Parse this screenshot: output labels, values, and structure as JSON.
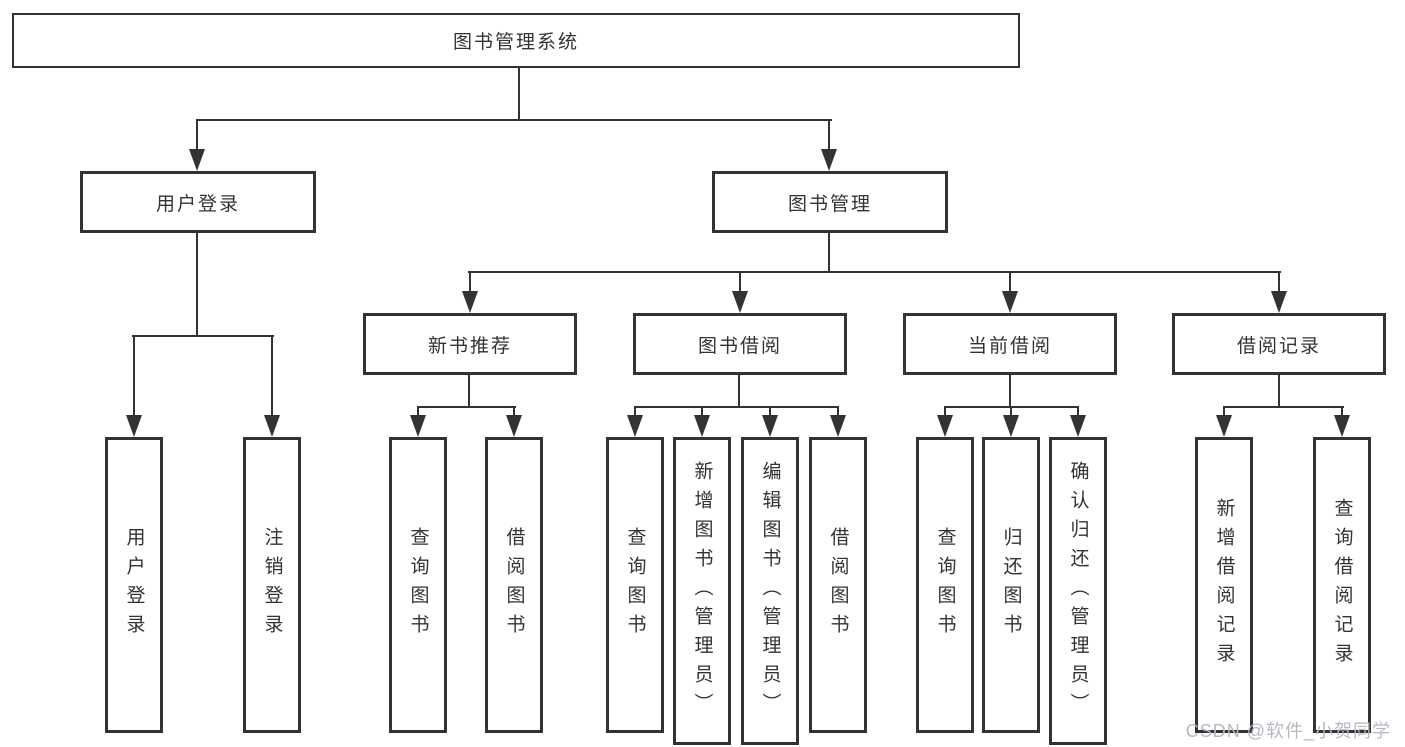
{
  "diagram": {
    "type": "tree",
    "root": {
      "label": "图书管理系统",
      "children": [
        {
          "label": "用户登录",
          "children": [
            {
              "label": "用户登录"
            },
            {
              "label": "注销登录"
            }
          ]
        },
        {
          "label": "图书管理",
          "children": [
            {
              "label": "新书推荐",
              "children": [
                {
                  "label": "查询图书"
                },
                {
                  "label": "借阅图书"
                }
              ]
            },
            {
              "label": "图书借阅",
              "children": [
                {
                  "label": "查询图书"
                },
                {
                  "label": "新增图书（管理员）"
                },
                {
                  "label": "编辑图书（管理员）"
                },
                {
                  "label": "借阅图书"
                }
              ]
            },
            {
              "label": "当前借阅",
              "children": [
                {
                  "label": "查询图书"
                },
                {
                  "label": "归还图书"
                },
                {
                  "label": "确认归还（管理员）"
                }
              ]
            },
            {
              "label": "借阅记录",
              "children": [
                {
                  "label": "新增借阅记录"
                },
                {
                  "label": "查询借阅记录"
                }
              ]
            }
          ]
        }
      ]
    }
  },
  "watermark": {
    "text": "CSDN @软件_小贺同学"
  },
  "colors": {
    "line": "#333333",
    "text": "#333333",
    "watermark": "#b5bac1",
    "background": "#ffffff",
    "box_fill": "#ffffff"
  }
}
